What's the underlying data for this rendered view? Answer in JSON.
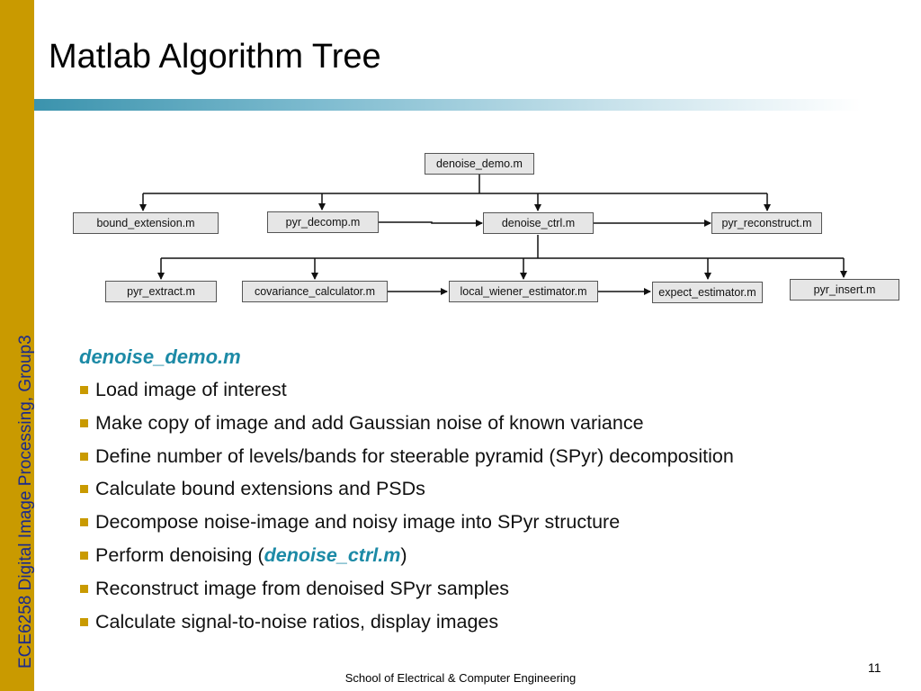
{
  "slide": {
    "sidebar_text": "ECE6258 Digital Image Processing, Group3",
    "title": "Matlab Algorithm Tree",
    "footer": "School of Electrical & Computer Engineering",
    "page_number": "11"
  },
  "diagram": {
    "nodes": {
      "denoise_demo": "denoise_demo.m",
      "bound_extension": "bound_extension.m",
      "pyr_decomp": "pyr_decomp.m",
      "denoise_ctrl": "denoise_ctrl.m",
      "pyr_reconstruct": "pyr_reconstruct.m",
      "pyr_extract": "pyr_extract.m",
      "covariance_calculator": "covariance_calculator.m",
      "local_wiener_estimator": "local_wiener_estimator.m",
      "expect_estimator": "expect_estimator.m",
      "pyr_insert": "pyr_insert.m"
    }
  },
  "content": {
    "heading": "denoise_demo.m",
    "bullets": [
      "Load image of interest",
      "Make copy of image and add Gaussian noise of known variance",
      "Define number of levels/bands for steerable pyramid (SPyr) decomposition",
      "Calculate bound extensions and PSDs",
      "Decompose noise-image and noisy image into SPyr structure",
      {
        "before": "Perform denoising (",
        "link": "denoise_ctrl.m",
        "after": ")"
      },
      "Reconstruct image from denoised SPyr samples",
      "Calculate signal-to-noise ratios, display images"
    ]
  }
}
